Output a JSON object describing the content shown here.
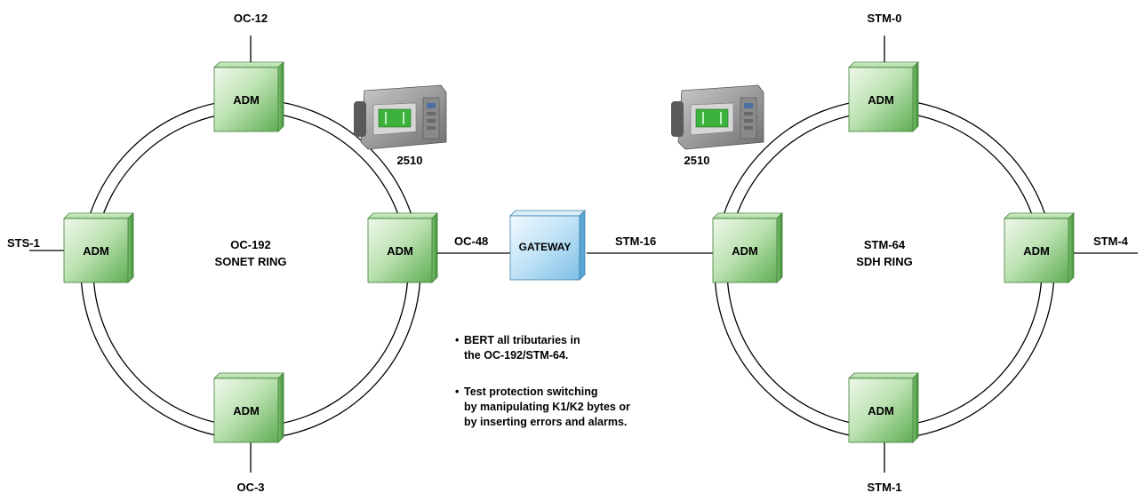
{
  "sonet_ring": {
    "title_line1": "OC-192",
    "title_line2": "SONET RING",
    "nodes": {
      "top": "ADM",
      "left": "ADM",
      "right": "ADM",
      "bottom": "ADM"
    },
    "tributaries": {
      "top": "OC-12",
      "left": "STS-1",
      "bottom": "OC-3"
    },
    "test_set": "2510"
  },
  "gateway": {
    "label": "GATEWAY",
    "left_link": "OC-48",
    "right_link": "STM-16"
  },
  "sdh_ring": {
    "title_line1": "STM-64",
    "title_line2": "SDH RING",
    "nodes": {
      "top": "ADM",
      "left": "ADM",
      "right": "ADM",
      "bottom": "ADM"
    },
    "tributaries": {
      "top": "STM-0",
      "right": "STM-4",
      "bottom": "STM-1"
    },
    "test_set": "2510"
  },
  "notes": {
    "bullet": "•",
    "item1_line1": "BERT all tributaries in",
    "item1_line2": "the OC-192/STM-64.",
    "item2_line1": "Test protection switching",
    "item2_line2": "by manipulating K1/K2 bytes or",
    "item2_line3": "by inserting errors and alarms."
  },
  "colors": {
    "adm_light": "#e2f2dc",
    "adm_dark": "#6fbd63",
    "gateway_light": "#e4f3fc",
    "gateway_dark": "#88c6ea",
    "ring": "#000000",
    "test_set_body": "#9a9a9a",
    "test_set_screen": "#3cb23c"
  }
}
